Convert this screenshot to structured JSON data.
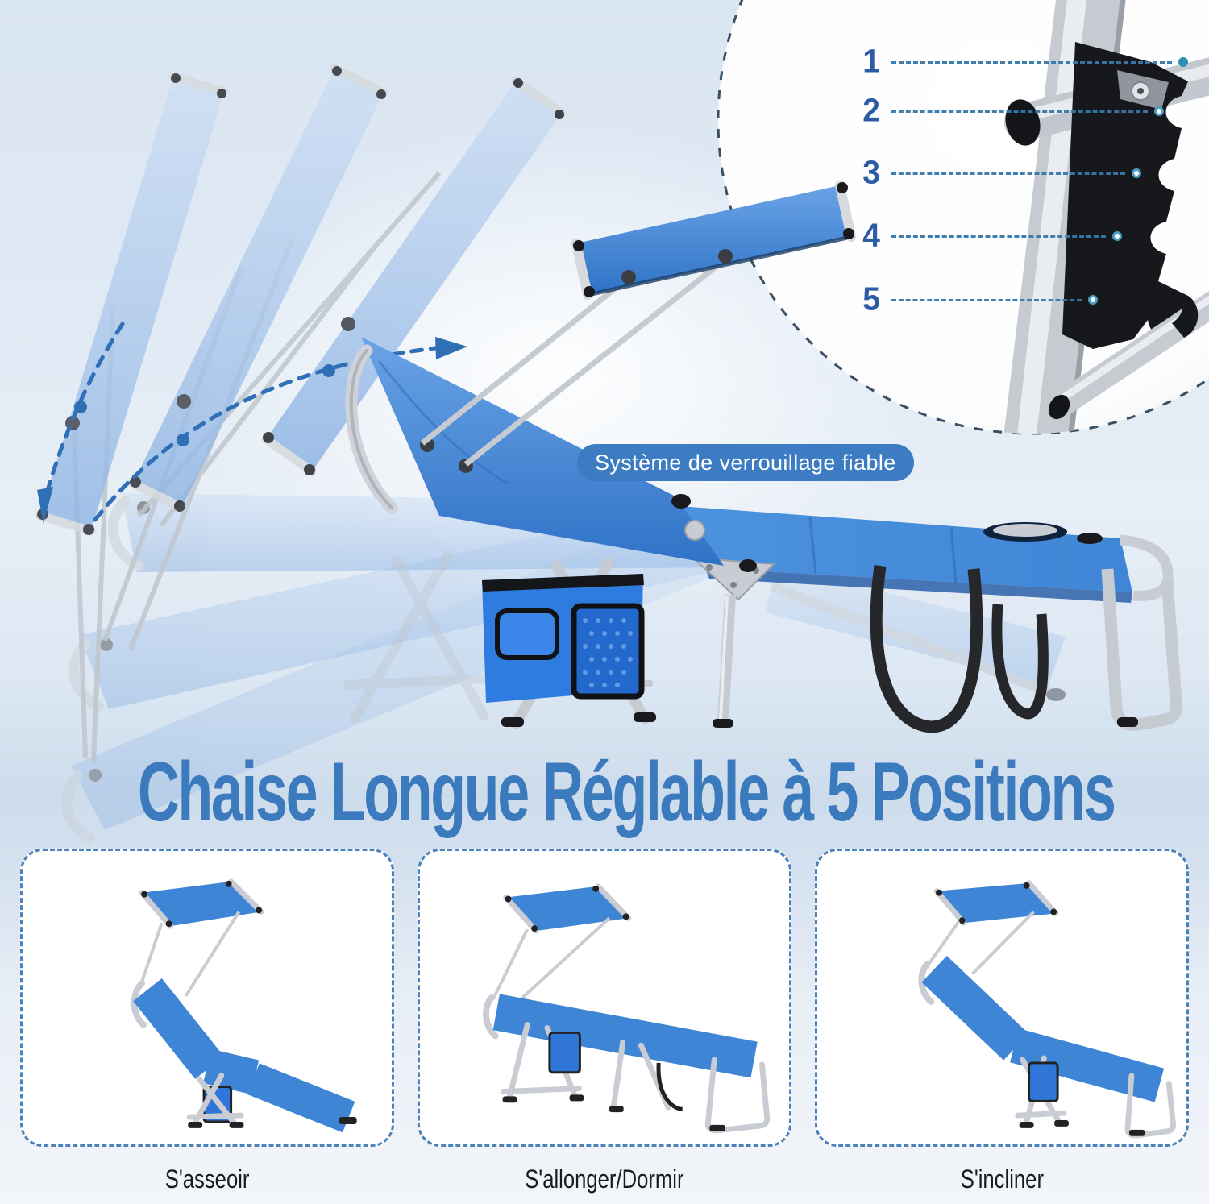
{
  "inset": {
    "numbers": [
      "1",
      "2",
      "3",
      "4",
      "5"
    ]
  },
  "callout": {
    "label": "Système de verrouillage fiable"
  },
  "title": {
    "text": "Chaise Longue Réglable à 5 Positions"
  },
  "panels": [
    {
      "caption": "S'asseoir"
    },
    {
      "caption": "S'allonger/Dormir"
    },
    {
      "caption": "S'incliner"
    }
  ],
  "colors": {
    "accent_blue": "#3b7abc",
    "callout_bg": "#3d7cc2",
    "number_blue": "#2d5ca6",
    "fabric_blue": "#4189dc",
    "fabric_ghost": "#aac6ea",
    "frame_silver": "#c9cdd3",
    "bracket_black": "#17181b",
    "panel_border": "#4c82ba",
    "arrow_blue": "#2f6fb5",
    "leader_dash": "#3579ab",
    "inset_border": "#3b4f63"
  }
}
